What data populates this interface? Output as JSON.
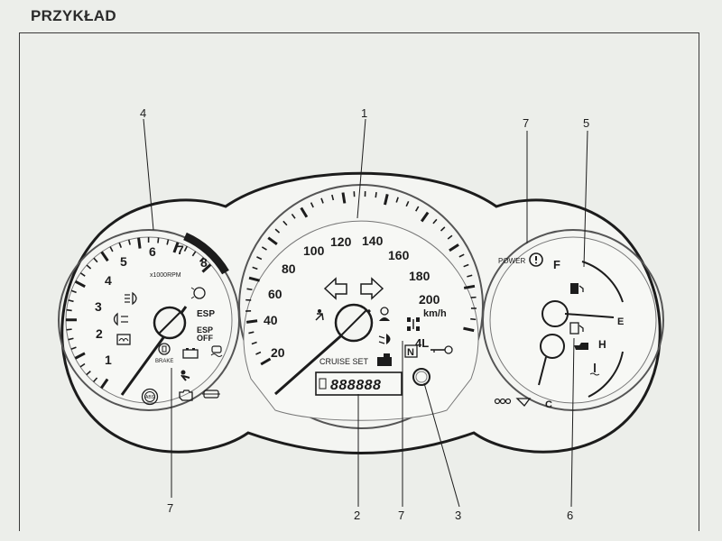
{
  "page": {
    "heading": "PRZYKŁAD"
  },
  "colors": {
    "ink": "#1c1c1c",
    "paper": "#eceeea",
    "cluster_fill": "#f4f5f2"
  },
  "callouts": [
    "1",
    "2",
    "3",
    "4",
    "5",
    "6",
    "7",
    "7",
    "7"
  ],
  "tachometer": {
    "ticks": [
      "1",
      "2",
      "3",
      "4",
      "5",
      "6",
      "7",
      "8"
    ],
    "unit": "x1000RPM",
    "labels": {
      "esp": "ESP",
      "esp_off_1": "ESP",
      "esp_off_2": "OFF",
      "brake": "BRAKE",
      "abs": "ABS"
    }
  },
  "speedometer": {
    "ticks": [
      "20",
      "40",
      "60",
      "80",
      "100",
      "120",
      "140",
      "160",
      "180",
      "200"
    ],
    "unit": "km/h",
    "cruise": "CRUISE SET",
    "odometer": "888888",
    "four_low": "4L",
    "neutral": "N"
  },
  "gauges": {
    "power": "POWER",
    "fuel_full": "F",
    "fuel_empty": "E",
    "temp_hot": "H",
    "temp_cold": "C"
  }
}
